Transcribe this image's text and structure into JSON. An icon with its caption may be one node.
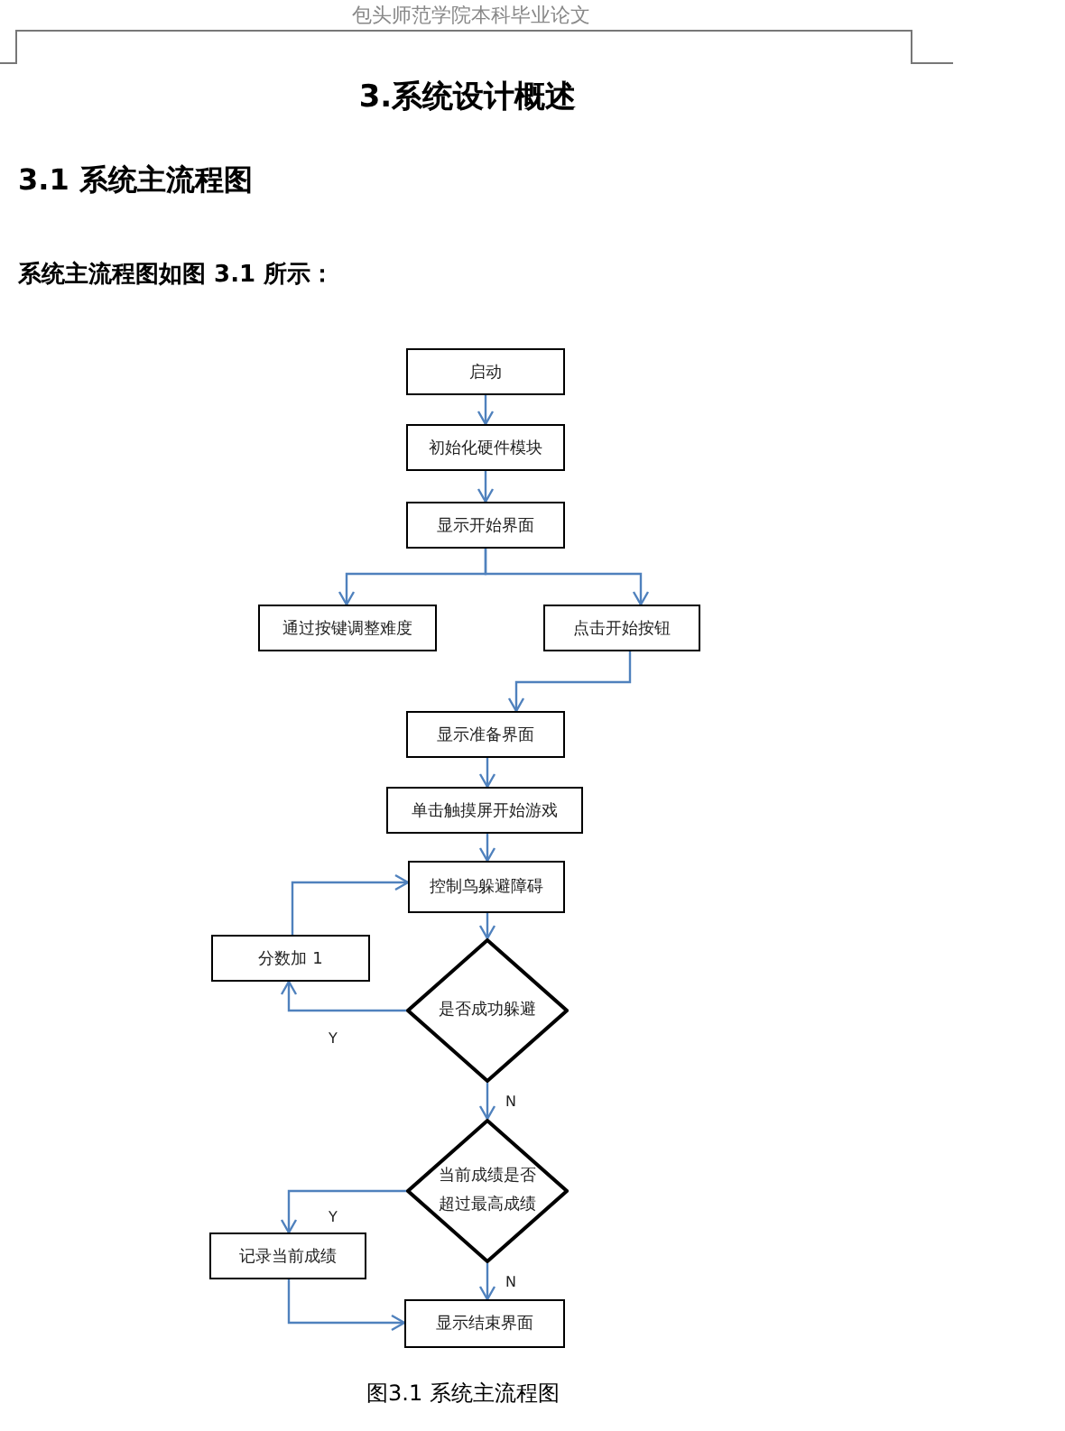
{
  "diagram": {
    "title": "3.系统设计概述",
    "caption": "图3.1 系统主流程图",
    "nodes": [
      {
        "text": [
          "启动"
        ]
      },
      {
        "text": [
          "初始化硬件模块"
        ]
      },
      {
        "text": [
          "显示开始界面"
        ]
      },
      {
        "text": [
          "通过按键调整难度"
        ]
      },
      {
        "text": [
          "点击开始按钮"
        ]
      },
      {
        "text": [
          "显示准备界面"
        ]
      },
      {
        "text": [
          "单击触摸屏开始游戏"
        ]
      },
      {
        "text": [
          "控制鸟躲避障碍"
        ]
      },
      {
        "text": [
          "分数加 1"
        ]
      },
      {
        "text": [
          "是否成功躲避"
        ]
      },
      {
        "text": [
          "当前成绩是否超过最高成绩"
        ]
      },
      {
        "text": [
          "记录当前成绩"
        ]
      },
      {
        "text": [
          "显示结束界面"
        ]
      }
    ],
    "edges": [
      {
        "from": 0,
        "to": 1,
        "arrow": "to"
      },
      {
        "from": 1,
        "to": 2,
        "arrow": "to"
      },
      {
        "from": 2,
        "to": 3,
        "arrow": "to"
      },
      {
        "from": 2,
        "to": 4,
        "arrow": "to"
      },
      {
        "from": 4,
        "to": 5,
        "arrow": "to"
      },
      {
        "from": 5,
        "to": 6,
        "arrow": "to"
      },
      {
        "from": 6,
        "to": 7,
        "arrow": "to"
      },
      {
        "from": 7,
        "to": 9,
        "arrow": "to"
      },
      {
        "from": 9,
        "to": 8,
        "arrow": "to",
        "label": "Y"
      },
      {
        "from": 8,
        "to": 7,
        "arrow": "to"
      },
      {
        "from": 9,
        "to": 10,
        "arrow": "to",
        "label": "N"
      },
      {
        "from": 10,
        "to": 11,
        "arrow": "to",
        "label": "Y"
      },
      {
        "from": 10,
        "to": 12,
        "arrow": "to",
        "label": "N"
      },
      {
        "from": 11,
        "to": 12,
        "arrow": "to"
      }
    ],
    "labels": [
      "包头师范学院本科毕业论文",
      "3.1 系统主流程图",
      "系统主流程图如图 3.1 所示："
    ]
  }
}
